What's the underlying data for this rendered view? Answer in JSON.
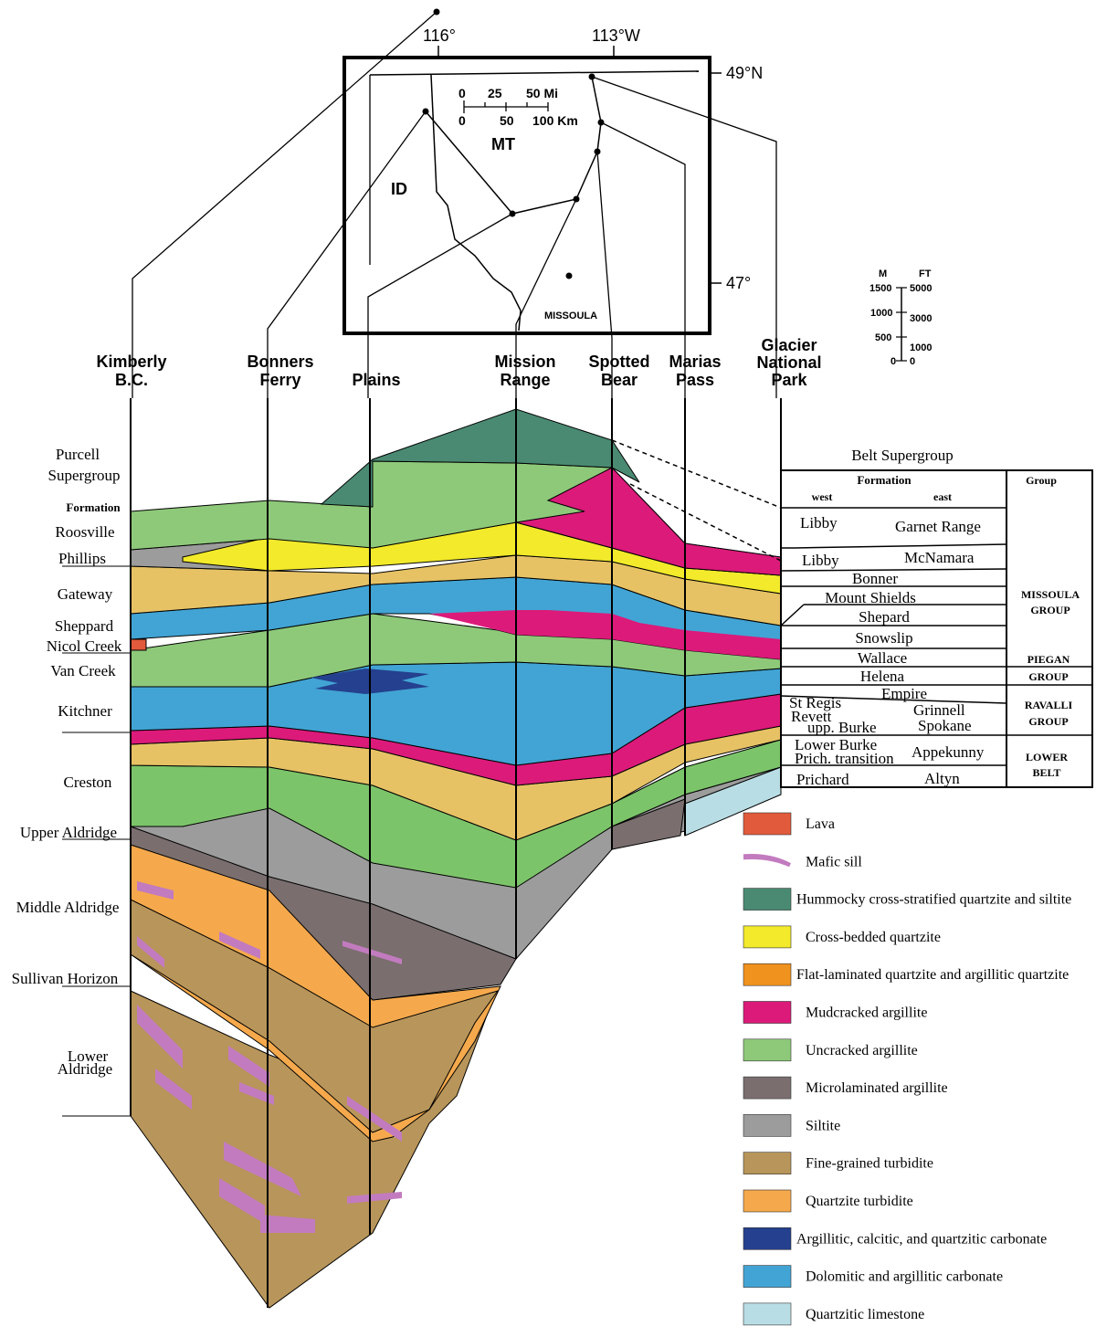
{
  "colors": {
    "lava": "#e05a3b",
    "mafic": "#c27bbf",
    "hummocky": "#4a8a72",
    "crossbedded": "#f2ea2a",
    "flatlam": "#f0921e",
    "mudcracked": "#dc1a7a",
    "uncracked": "#8ec97a",
    "microlam": "#7a6e6e",
    "siltite": "#9c9c9c",
    "turbidite": "#b8955a",
    "qtzturb": "#f5a94c",
    "carbonate": "#24408e",
    "dolomitic": "#42a4d4",
    "qlimestone": "#b9dde4",
    "tan": "#e6c265",
    "green2": "#7cc46a"
  },
  "map": {
    "lon_left": "116°",
    "lon_right": "113°W",
    "lat_top": "49°N",
    "lat_bottom": "47°",
    "state_id": "ID",
    "state_mt": "MT",
    "city": "MISSOULA",
    "scale_mi": [
      "0",
      "25",
      "50 Mi"
    ],
    "scale_km": [
      "0",
      "50",
      "100 Km"
    ]
  },
  "scale_bar": {
    "unit_m": "M",
    "unit_ft": "FT",
    "m_ticks": [
      "1500",
      "1000",
      "500",
      "0"
    ],
    "ft_ticks": [
      "5000",
      "3000",
      "1000",
      "0"
    ]
  },
  "columns": [
    {
      "line1": "Kimberly",
      "line2": "B.C."
    },
    {
      "line1": "Bonners",
      "line2": "Ferry"
    },
    {
      "line1": "Plains",
      "line2": ""
    },
    {
      "line1": "Mission",
      "line2": "Range"
    },
    {
      "line1": "Spotted",
      "line2": "Bear"
    },
    {
      "line1": "Marias",
      "line2": "Pass"
    },
    {
      "line1": "Glacier",
      "line2": "National",
      "line3": "Park"
    }
  ],
  "purcell": {
    "title1": "Purcell",
    "title2": "Supergroup",
    "formation_header": "Formation",
    "formations": [
      "Roosville",
      "Phillips",
      "Gateway",
      "Sheppard",
      "Nicol Creek",
      "Van Creek",
      "Kitchner",
      "Creston",
      "Upper Aldridge",
      "Middle Aldridge",
      "Sullivan Horizon",
      "Lower",
      "Aldridge"
    ]
  },
  "belt": {
    "title": "Belt Supergroup",
    "formation_header": "Formation",
    "group_header": "Group",
    "west": "west",
    "east": "east",
    "rows": [
      {
        "west": "Libby",
        "east": "Garnet Range"
      },
      {
        "west": "Libby",
        "east": "McNamara"
      },
      {
        "center": "Bonner"
      },
      {
        "center": "Mount Shields"
      },
      {
        "center": "Shepard"
      },
      {
        "center": "Snowslip"
      },
      {
        "center": "Wallace"
      },
      {
        "center": "Helena"
      },
      {
        "center": "Empire"
      },
      {
        "west": "St Regis",
        "east": "Grinnell"
      },
      {
        "west": "Revett",
        "east": ""
      },
      {
        "west": "upp. Burke",
        "east": "Spokane"
      },
      {
        "west": "Lower Burke",
        "east": "Appekunny"
      },
      {
        "west": "Prich. transition",
        "east": ""
      },
      {
        "west": "Prichard",
        "east": "Altyn"
      }
    ],
    "groups": [
      {
        "line1": "MISSOULA",
        "line2": "GROUP"
      },
      {
        "line1": "PIEGAN",
        "line2": "GROUP"
      },
      {
        "line1": "RAVALLI",
        "line2": "GROUP"
      },
      {
        "line1": "LOWER",
        "line2": "BELT"
      }
    ]
  },
  "legend": [
    {
      "label": "Lava",
      "key": "lava",
      "shape": "rect"
    },
    {
      "label": "Mafic sill",
      "key": "mafic",
      "shape": "sill"
    },
    {
      "label": "Hummocky cross-stratified quartzite and siltite",
      "key": "hummocky",
      "shape": "rect"
    },
    {
      "label": "Cross-bedded quartzite",
      "key": "crossbedded",
      "shape": "rect"
    },
    {
      "label": "Flat-laminated quartzite and argillitic quartzite",
      "key": "flatlam",
      "shape": "rect"
    },
    {
      "label": "Mudcracked argillite",
      "key": "mudcracked",
      "shape": "rect"
    },
    {
      "label": "Uncracked argillite",
      "key": "uncracked",
      "shape": "rect"
    },
    {
      "label": "Microlaminated argillite",
      "key": "microlam",
      "shape": "rect"
    },
    {
      "label": "Siltite",
      "key": "siltite",
      "shape": "rect"
    },
    {
      "label": "Fine-grained turbidite",
      "key": "turbidite",
      "shape": "rect"
    },
    {
      "label": "Quartzite turbidite",
      "key": "qtzturb",
      "shape": "rect"
    },
    {
      "label": "Argillitic, calcitic, and quartzitic carbonate",
      "key": "carbonate",
      "shape": "rect"
    },
    {
      "label": "Dolomitic and argillitic carbonate",
      "key": "dolomitic",
      "shape": "rect"
    },
    {
      "label": "Quartzitic limestone",
      "key": "qlimestone",
      "shape": "rect"
    }
  ]
}
